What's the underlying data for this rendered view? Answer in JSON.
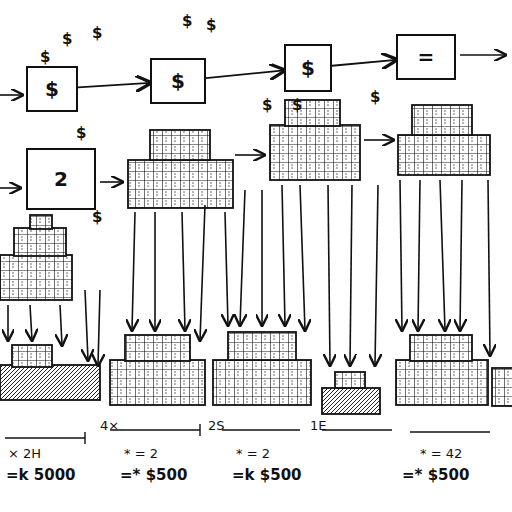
{
  "diagram": {
    "nodes": [
      {
        "text": [
          "$"
        ]
      },
      {
        "text": [
          "$"
        ]
      },
      {
        "text": [
          "$"
        ]
      },
      {
        "text": [
          "="
        ]
      },
      {
        "text": [
          "2"
        ]
      }
    ],
    "edges": [
      {
        "from": 0,
        "to": 1,
        "arrow": "to"
      },
      {
        "from": 1,
        "to": 2,
        "arrow": "to"
      },
      {
        "from": 2,
        "to": 3,
        "arrow": "to"
      }
    ],
    "labels": [
      "$",
      "$",
      "$",
      "$",
      "$",
      "$",
      "$",
      "$",
      "$",
      "$",
      "× 2H",
      "=k 5000",
      "4×",
      "* = 2",
      "=* $500",
      "2S",
      "* = 2",
      "=k $500",
      "1E",
      "* = 42",
      "=* $500"
    ]
  }
}
